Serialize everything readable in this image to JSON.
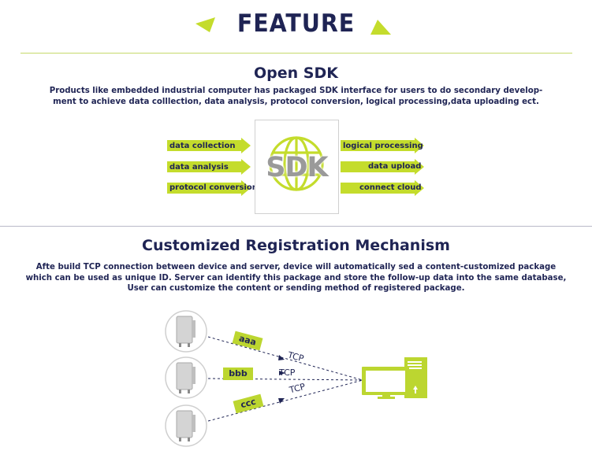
{
  "header": {
    "title": "FEATURE"
  },
  "open_sdk": {
    "title": "Open SDK",
    "description_line1": "Products like embedded industrial computer has packaged SDK interface for users to do secondary develop-",
    "description_line2": "ment to achieve data colllection, data analysis, protocol conversion, logical processing,data uploading ect.",
    "logo_text": "SDK",
    "left_items": [
      "data collection",
      "data analysis",
      "protocol conversion"
    ],
    "right_items": [
      "logical processing",
      "data upload",
      "connect cloud"
    ]
  },
  "registration": {
    "title": "Customized Registration Mechanism",
    "description_line1": "Afte build TCP connection between device and server, device will automatically sed a content-customized package",
    "description_line2": "which can be used as unique ID. Server can identify this package and store the follow-up data into the same database,",
    "description_line3": "User can customize the content or sending method of registered package.",
    "packages": [
      {
        "tag": "aaa",
        "protocol": "TCP"
      },
      {
        "tag": "bbb",
        "protocol": "TCP"
      },
      {
        "tag": "ccc",
        "protocol": "TCP"
      }
    ]
  },
  "colors": {
    "accent": "#bcd630",
    "navy": "#1f2454",
    "sdk_gray": "#9a9a9a"
  }
}
